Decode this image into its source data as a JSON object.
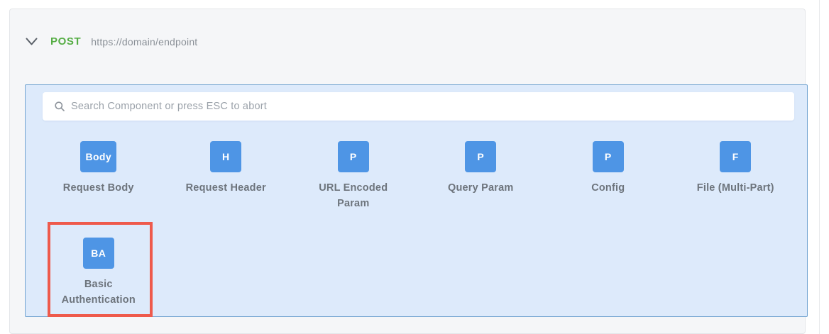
{
  "request": {
    "method": "POST",
    "url": "https://domain/endpoint",
    "collapse_icon": "chevron-down"
  },
  "search": {
    "placeholder": "Search Component or press ESC to abort",
    "icon": "magnifier"
  },
  "components": {
    "row1": [
      {
        "initial": "Body",
        "label": "Request Body"
      },
      {
        "initial": "H",
        "label": "Request Header"
      },
      {
        "initial": "P",
        "label": "URL Encoded Param"
      },
      {
        "initial": "P",
        "label": "Query Param"
      },
      {
        "initial": "P",
        "label": "Config"
      },
      {
        "initial": "F",
        "label": "File (Multi-Part)"
      }
    ],
    "row2": [
      {
        "initial": "BA",
        "label": "Basic Authentication",
        "highlighted": true
      }
    ]
  },
  "colors": {
    "method_green": "#55ad44",
    "badge_blue": "#4e95e5",
    "panel_blue_bg": "#ddeafb",
    "panel_blue_border": "#72a4d1",
    "highlight_red": "#ee5a4c",
    "card_gray": "#f5f6f8",
    "label_gray": "#6d747c"
  }
}
